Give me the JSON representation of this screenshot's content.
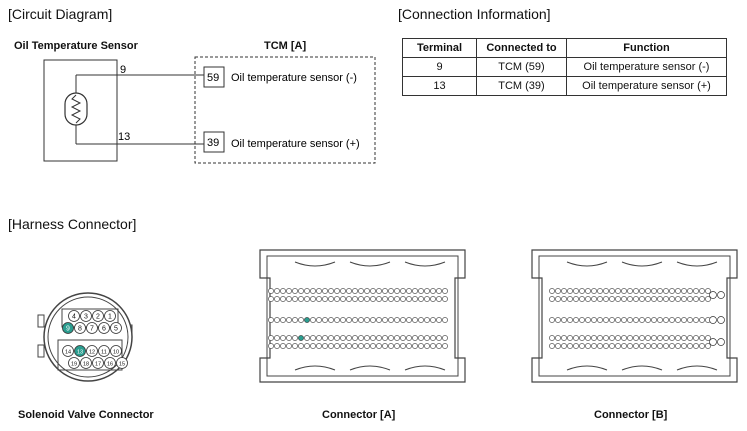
{
  "titles": {
    "circuit": "[Circuit Diagram]",
    "connection": "[Connection Information]",
    "harness": "[Harness Connector]"
  },
  "circuit": {
    "sensor_label": "Oil Temperature Sensor",
    "tcm_label": "TCM [A]",
    "sensor_pin_top": "9",
    "sensor_pin_bottom": "13",
    "tcm_pin_top": "59",
    "tcm_pin_bottom": "39",
    "tcm_text_top": "Oil temperature sensor (-)",
    "tcm_text_bottom": "Oil temperature sensor (+)"
  },
  "connection_table": {
    "headers": [
      "Terminal",
      "Connected to",
      "Function"
    ],
    "rows": [
      [
        "9",
        "TCM (59)",
        "Oil temperature sensor (-)"
      ],
      [
        "13",
        "TCM (39)",
        "Oil temperature sensor (+)"
      ]
    ]
  },
  "connectors": {
    "solenoid_label": "Solenoid Valve Connector",
    "a_label": "Connector [A]",
    "b_label": "Connector [B]",
    "solenoid_pins_row1": [
      "4",
      "3",
      "2",
      "1"
    ],
    "solenoid_pins_row2": [
      "9",
      "8",
      "7",
      "6",
      "5"
    ],
    "solenoid_pins_row3": [
      "14",
      "13",
      "12",
      "11",
      "10"
    ],
    "solenoid_pins_row4": [
      "19",
      "18",
      "17",
      "16",
      "15"
    ],
    "highlight_color": "#2a9d8f"
  }
}
